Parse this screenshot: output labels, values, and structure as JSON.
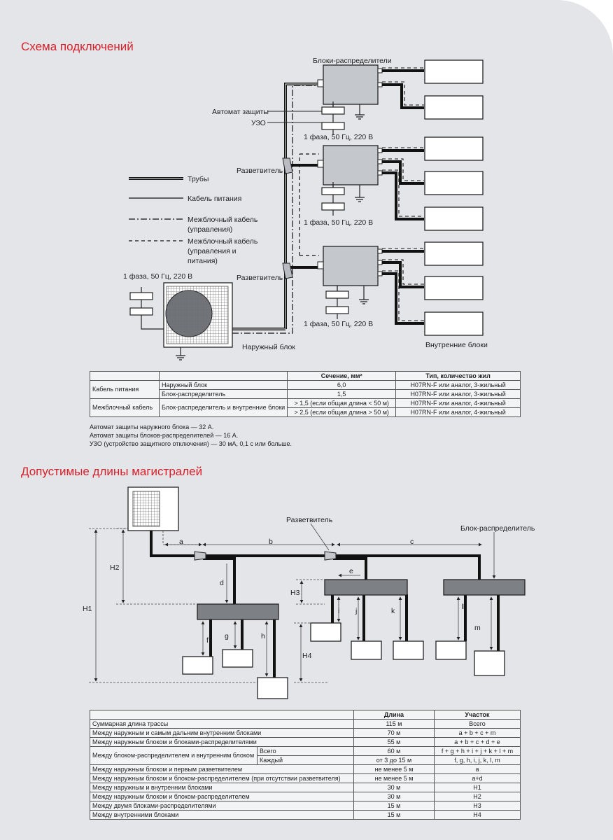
{
  "section1": {
    "title": "Схема подключений",
    "labels": {
      "distributors": "Блоки-распределители",
      "breaker": "Автомат защиты",
      "rcd": "УЗО",
      "power_supply": "1 фаза, 50 Гц, 220 В",
      "splitter": "Разветвитель",
      "outdoor_unit": "Наружный блок",
      "indoor_units": "Внутренние блоки"
    },
    "legend": [
      {
        "style": "pipe",
        "label": "Трубы"
      },
      {
        "style": "power",
        "label": "Кабель питания"
      },
      {
        "style": "dashdot",
        "label1": "Межблочный кабель",
        "label2": "(управления)",
        "label3": ""
      },
      {
        "style": "dashed",
        "label1": "Межблочный кабель",
        "label2": "(управления и",
        "label3": "питания)"
      }
    ]
  },
  "cable_table": {
    "headers": [
      "",
      "",
      "Сечение, мм²",
      "Тип, количество жил"
    ],
    "rows": [
      {
        "group": "Кабель питания",
        "item": "Наружный блок",
        "section": "6,0",
        "type": "H07RN-F или аналог, 3-жильный"
      },
      {
        "group": "",
        "item": "Блок-распределитель",
        "section": "1,5",
        "type": "H07RN-F или аналог, 3-жильный"
      },
      {
        "group": "Межблочный кабель",
        "item": "Блок-распределитель и внутренние блоки",
        "section": "> 1,5 (если общая длина < 50 м)",
        "type": "H07RN-F или аналог, 4-жильный"
      },
      {
        "group": "",
        "item": "",
        "section": "> 2,5 (если общая длина > 50 м)",
        "type": "H07RN-F или аналог, 4-жильный"
      }
    ]
  },
  "notes": [
    "Автомат защиты наружного блока — 32 А.",
    "Автомат защиты блоков-распределителей — 16 А.",
    "УЗО (устройство защитного отключения) — 30 мА, 0,1 с или больше."
  ],
  "section2": {
    "title": "Допустимые длины магистралей",
    "labels": {
      "splitter": "Разветвитель",
      "distributor": "Блок-распределитель",
      "a": "a",
      "b": "b",
      "c": "c",
      "d": "d",
      "e": "e",
      "f": "f",
      "g": "g",
      "h": "h",
      "i": "i",
      "j": "j",
      "k": "k",
      "l": "l",
      "m": "m",
      "H1": "H1",
      "H2": "H2",
      "H3": "H3",
      "H4": "H4"
    }
  },
  "length_table": {
    "headers": [
      "",
      "Длина",
      "Участок"
    ],
    "rows": [
      {
        "label": "Суммарная длина трассы",
        "sub": "",
        "length": "115 м",
        "segment": "Всего"
      },
      {
        "label": "Между наружным и самым дальним внутренним блоками",
        "sub": "",
        "length": "70 м",
        "segment": "a + b + c + m"
      },
      {
        "label": "Между наружным блоком и блоками-распределителями",
        "sub": "",
        "length": "55 м",
        "segment": "a + b + c + d + e"
      },
      {
        "label": "Между блоком-распределителем и внутренним блоком",
        "sub": "Всего",
        "length": "60 м",
        "segment": "f + g + h + i + j + k + l + m"
      },
      {
        "label": "",
        "sub": "Каждый",
        "length": "от 3 до 15 м",
        "segment": "f, g, h, i, j, k, l, m"
      },
      {
        "label": "Между наружным блоком и первым разветвителем",
        "sub": "",
        "length": "не менее 5 м",
        "segment": "a"
      },
      {
        "label": "Между наружным блоком и блоком-распределителем (при отсутствии разветвителя)",
        "sub": "",
        "length": "не менее 5 м",
        "segment": "a+d"
      },
      {
        "label": "Между наружным и внутренним блоками",
        "sub": "",
        "length": "30 м",
        "segment": "H1"
      },
      {
        "label": "Между наружным блоком и блоком-распределителем",
        "sub": "",
        "length": "30 м",
        "segment": "H2"
      },
      {
        "label": "Между двумя блоками-распределителями",
        "sub": "",
        "length": "15 м",
        "segment": "H3"
      },
      {
        "label": "Между внутренними блоками",
        "sub": "",
        "length": "15 м",
        "segment": "H4"
      }
    ]
  }
}
